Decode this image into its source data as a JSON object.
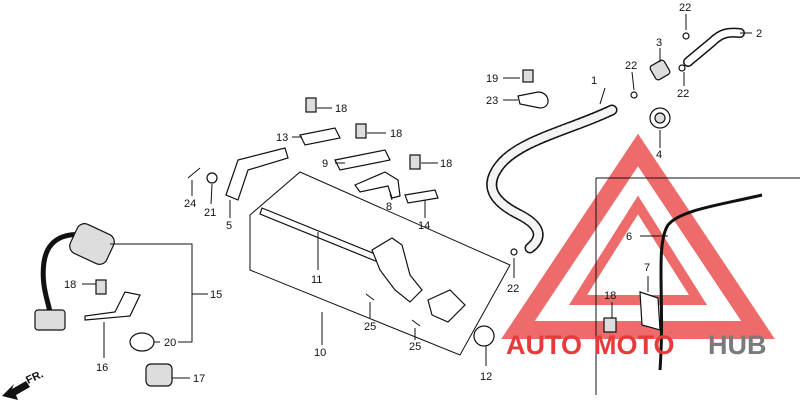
{
  "labels": {
    "p1": "1",
    "p2": "2",
    "p3": "3",
    "p4": "4",
    "p5": "5",
    "p6": "6",
    "p7": "7",
    "p8": "8",
    "p9": "9",
    "p10": "10",
    "p11": "11",
    "p12": "12",
    "p13": "13",
    "p14": "14",
    "p15": "15",
    "p16": "16",
    "p17": "17",
    "p18": "18",
    "p19": "19",
    "p20": "20",
    "p21": "21",
    "p22": "22",
    "p23": "23",
    "p24": "24",
    "p25": "25"
  },
  "direction": "FR.",
  "watermark": {
    "part1": "AUTO",
    "part2": "MOTO",
    "part3": "HUB",
    "color_red": "#e83a3a",
    "color_gray": "#7a7a7a"
  }
}
